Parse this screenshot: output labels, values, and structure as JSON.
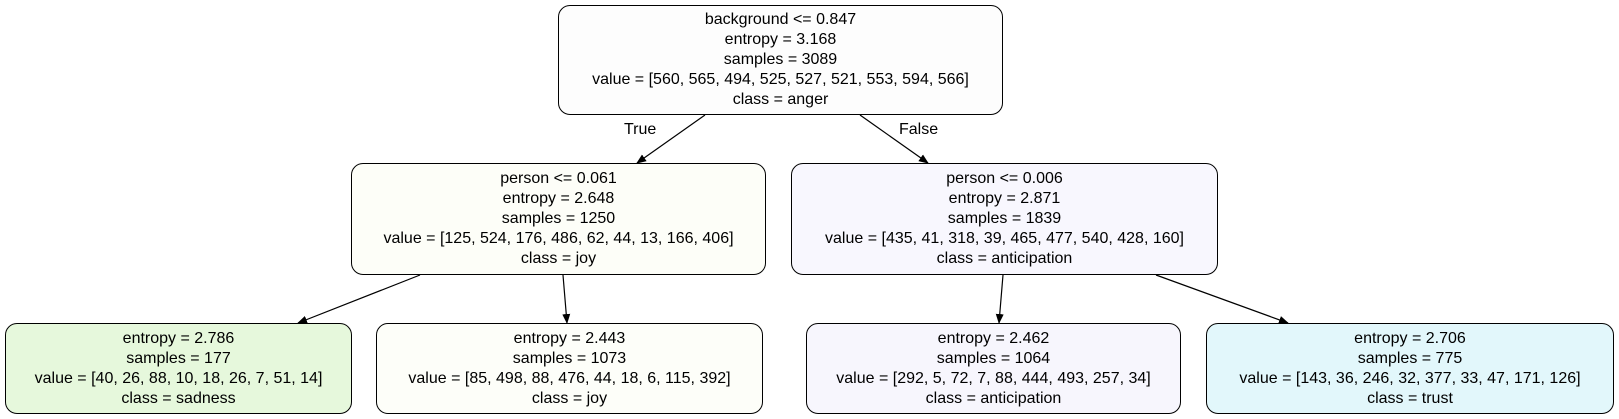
{
  "tree": {
    "root": {
      "lines": [
        "background <= 0.847",
        "entropy = 3.168",
        "samples = 3089",
        "value = [560, 565, 494, 525, 527, 521, 553, 594, 566]",
        "class = anger"
      ],
      "fill": "#fdfdfd"
    },
    "left": {
      "lines": [
        "person <= 0.061",
        "entropy = 2.648",
        "samples = 1250",
        "value = [125, 524, 176, 486, 62, 44, 13, 166, 406]",
        "class = joy"
      ],
      "fill": "#fdfef8"
    },
    "right": {
      "lines": [
        "person <= 0.006",
        "entropy = 2.871",
        "samples = 1839",
        "value = [435, 41, 318, 39, 465, 477, 540, 428, 160]",
        "class = anticipation"
      ],
      "fill": "#f8f7fe"
    },
    "ll": {
      "lines": [
        "entropy = 2.786",
        "samples = 177",
        "value = [40, 26, 88, 10, 18, 26, 7, 51, 14]",
        "class = sadness"
      ],
      "fill": "#e6f8dc"
    },
    "lr": {
      "lines": [
        "entropy = 2.443",
        "samples = 1073",
        "value = [85, 498, 88, 476, 44, 18, 6, 115, 392]",
        "class = joy"
      ],
      "fill": "#fdfef9"
    },
    "rl": {
      "lines": [
        "entropy = 2.462",
        "samples = 1064",
        "value = [292, 5, 72, 7, 88, 444, 493, 257, 34]",
        "class = anticipation"
      ],
      "fill": "#f7f6fd"
    },
    "rr": {
      "lines": [
        "entropy = 2.706",
        "samples = 775",
        "value = [143, 36, 246, 32, 377, 33, 47, 171, 126]",
        "class = trust"
      ],
      "fill": "#e2f7fb"
    }
  },
  "edge_labels": {
    "true_label": "True",
    "false_label": "False"
  }
}
